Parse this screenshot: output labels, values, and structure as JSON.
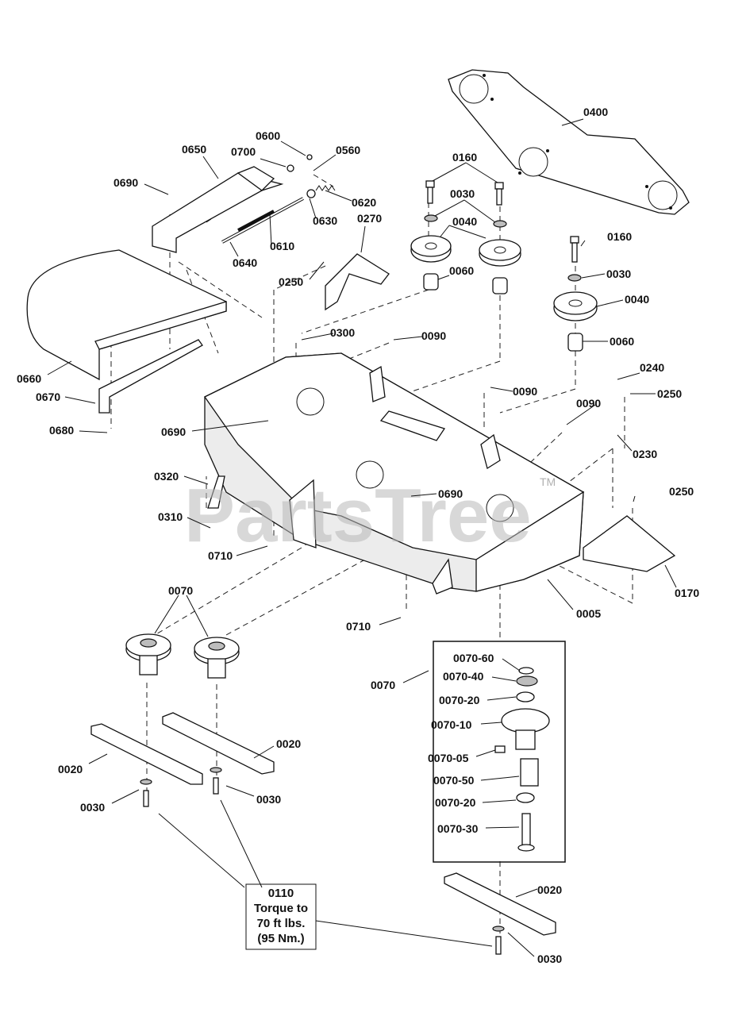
{
  "watermark": {
    "text": "PartsTree",
    "tm": "TM"
  },
  "torque_note": {
    "part": "0110",
    "line1": "Torque to",
    "line2": "70 ft lbs.",
    "line3": "(95 Nm.)"
  },
  "labels": {
    "p0005": "0005",
    "p0020_a": "0020",
    "p0020_b": "0020",
    "p0020_c": "0020",
    "p0030_a": "0030",
    "p0030_b": "0030",
    "p0030_c": "0030",
    "p0030_d": "0030",
    "p0030_e": "0030",
    "p0040_a": "0040",
    "p0040_b": "0040",
    "p0060_a": "0060",
    "p0060_b": "0060",
    "p0070_a": "0070",
    "p0070_b": "0070",
    "p0070_05": "0070-05",
    "p0070_10": "0070-10",
    "p0070_20_a": "0070-20",
    "p0070_20_b": "0070-20",
    "p0070_30": "0070-30",
    "p0070_40": "0070-40",
    "p0070_50": "0070-50",
    "p0070_60": "0070-60",
    "p0090_a": "0090",
    "p0090_b": "0090",
    "p0090_c": "0090",
    "p0160_a": "0160",
    "p0160_b": "0160",
    "p0170": "0170",
    "p0230": "0230",
    "p0240": "0240",
    "p0250_a": "0250",
    "p0250_b": "0250",
    "p0250_c": "0250",
    "p0270": "0270",
    "p0300": "0300",
    "p0310": "0310",
    "p0320": "0320",
    "p0400": "0400",
    "p0560": "0560",
    "p0600": "0600",
    "p0610": "0610",
    "p0620": "0620",
    "p0630": "0630",
    "p0640": "0640",
    "p0650": "0650",
    "p0660": "0660",
    "p0670": "0670",
    "p0680": "0680",
    "p0690_a": "0690",
    "p0690_b": "0690",
    "p0690_c": "0690",
    "p0700": "0700",
    "p0710_a": "0710",
    "p0710_b": "0710"
  }
}
